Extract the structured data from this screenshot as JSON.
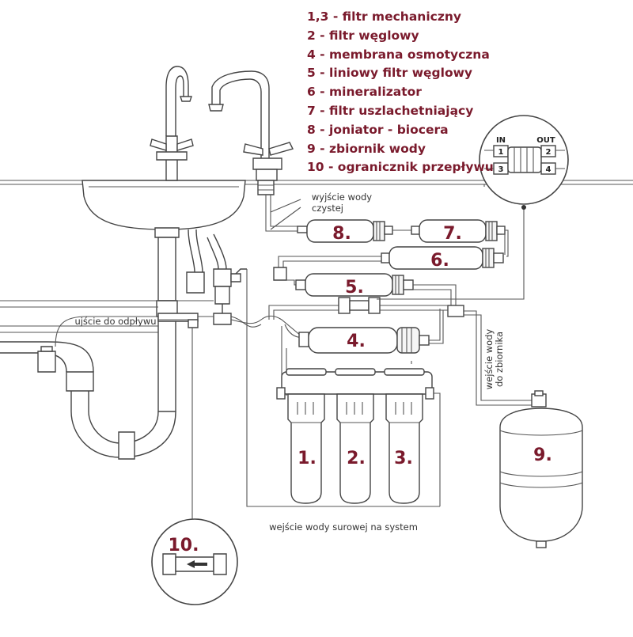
{
  "legend": [
    "1,3 - filtr mechaniczny",
    "2 - filtr węglowy",
    "4 - membrana osmotyczna",
    "5 - liniowy filtr węglowy",
    "6 - mineralizator",
    "7 - filtr uszlachetniający",
    "8 - joniator - biocera",
    "9 - zbiornik wody",
    "10 - ogranicznik przepływu"
  ],
  "labels": {
    "clean_water_line1": "wyjście wody",
    "clean_water_line2": "czystej",
    "drain": "ujście do odpływu",
    "tank_out_line1": "wejście wody",
    "tank_out_line2": "do zbiornika",
    "raw_water": "wejście wody surowej na system"
  },
  "numbers": {
    "f1": "1.",
    "f2": "2.",
    "f3": "3.",
    "f4": "4.",
    "f5": "5.",
    "f6": "6.",
    "f7": "7.",
    "f8": "8.",
    "f9": "9.",
    "f10": "10."
  },
  "inset_ports": {
    "in": "IN",
    "out": "OUT",
    "p1": "1",
    "p2": "2",
    "p3": "3",
    "p4": "4"
  },
  "colors": {
    "number": "#7a1a2c",
    "line": "#444444"
  }
}
